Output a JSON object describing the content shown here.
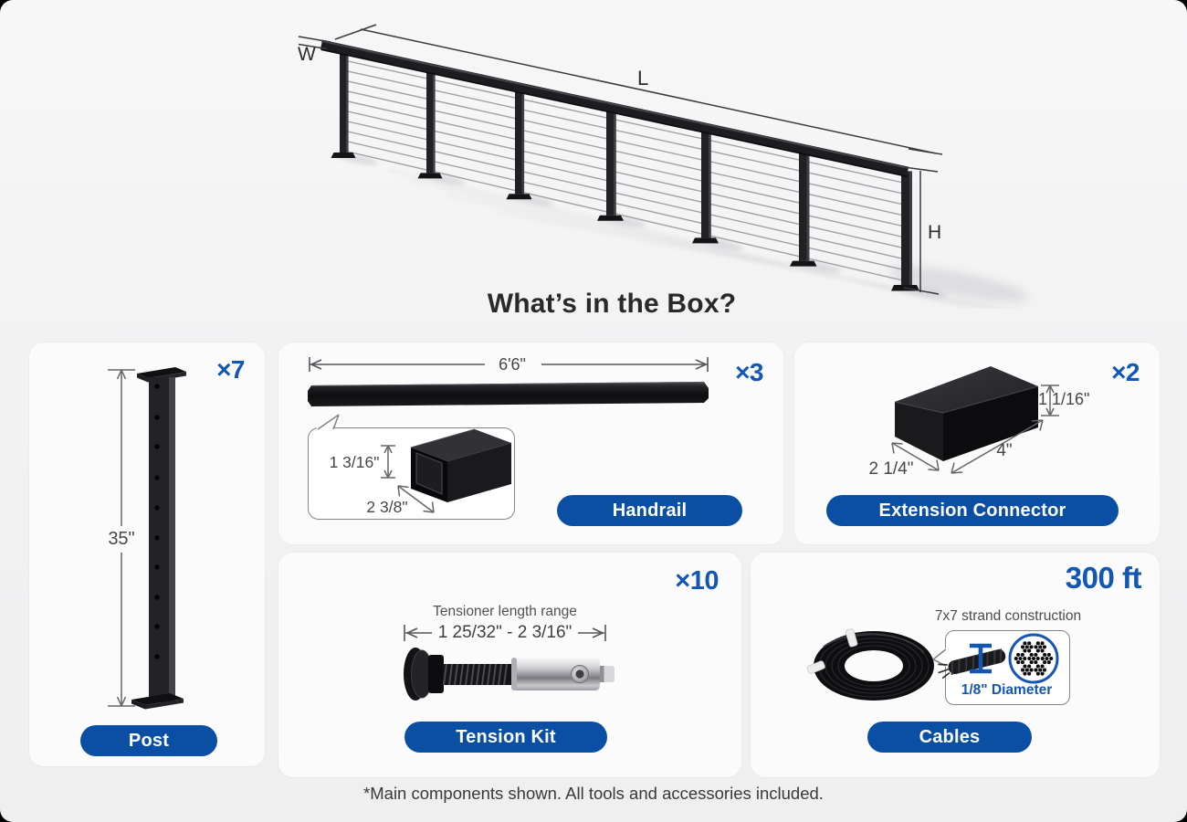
{
  "page": {
    "title": "What’s in the Box?",
    "footnote": "*Main components shown. All tools and accessories included."
  },
  "colors": {
    "accent_blue": "#0a4fa4",
    "count_blue": "#1257b2"
  },
  "diagram": {
    "width_label": "W",
    "length_label": "L",
    "height_label": "H"
  },
  "cards": {
    "post": {
      "count": "×7",
      "label": "Post",
      "height": "35\""
    },
    "handrail": {
      "count": "×3",
      "label": "Handrail",
      "length": "6'6\"",
      "profile_height": "1 3/16\"",
      "profile_width": "2 3/8\""
    },
    "extension_connector": {
      "count": "×2",
      "label": "Extension Connector",
      "height": "1 1/16\"",
      "length": "4\"",
      "depth": "2 1/4\""
    },
    "tension_kit": {
      "count": "×10",
      "label": "Tension Kit",
      "range_title": "Tensioner length range",
      "range_value": "1 25/32\" - 2 3/16\""
    },
    "cables": {
      "count": "300 ft",
      "label": "Cables",
      "construction": "7x7 strand construction",
      "diameter": "1/8\" Diameter"
    }
  }
}
